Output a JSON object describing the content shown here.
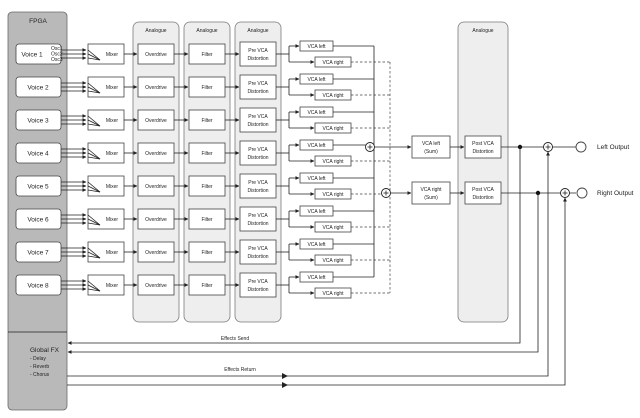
{
  "fpga": {
    "title": "FPGA",
    "voices": [
      "Voice 1",
      "Voice 2",
      "Voice 3",
      "Voice 4",
      "Voice 5",
      "Voice 6",
      "Voice 7",
      "Voice 8"
    ],
    "osc_labels": [
      "Osc1",
      "Osc2",
      "Osc3"
    ],
    "global_fx": {
      "title": "Global FX",
      "items": [
        "- Delay",
        "- Reverb",
        "- Chorus"
      ]
    }
  },
  "analogue_label": "Analogue",
  "blocks": {
    "mixer": "Mixer",
    "overdrive": "Overdrive",
    "filter": "Filter",
    "pre_vca": [
      "Pre VCA",
      "Distortion"
    ],
    "vca_left": "VCA left",
    "vca_right": "VCA right"
  },
  "master": {
    "vca_left_sum": [
      "VCA left",
      "(Sum)"
    ],
    "vca_right_sum": [
      "VCA right",
      "(Sum)"
    ],
    "post_vca": [
      "Post VCA",
      "Distortion"
    ]
  },
  "outputs": {
    "left": "Left Output",
    "right": "Right Output"
  },
  "buses": {
    "effects_send": "Effects Send",
    "effects_return": "Effects Return"
  }
}
